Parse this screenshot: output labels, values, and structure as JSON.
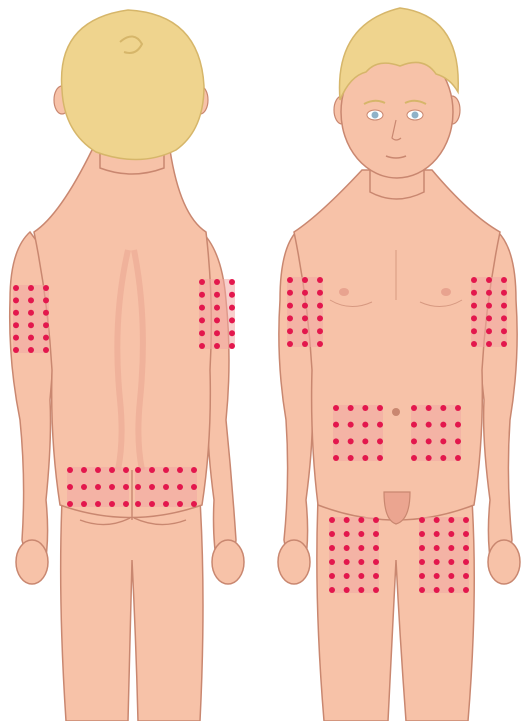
{
  "illustration": {
    "views": [
      "back",
      "front"
    ],
    "subject": "child figure",
    "colors": {
      "skin": "#f7c2a8",
      "skin_shade": "#eba590",
      "outline": "#c98770",
      "hair": "#efd48e",
      "hair_shade": "#d6b66a",
      "site_halo": "#f2a7a3",
      "site_dot": "#e3174d",
      "eye": "#8fb2c9"
    },
    "site_grids": [
      {
        "view": "back",
        "region": "left-upper-arm",
        "rows": 6,
        "cols": 3
      },
      {
        "view": "back",
        "region": "right-upper-arm",
        "rows": 6,
        "cols": 3
      },
      {
        "view": "back",
        "region": "left-buttock",
        "rows": 3,
        "cols": 5
      },
      {
        "view": "back",
        "region": "right-buttock",
        "rows": 3,
        "cols": 5
      },
      {
        "view": "front",
        "region": "right-upper-arm",
        "rows": 6,
        "cols": 3
      },
      {
        "view": "front",
        "region": "left-upper-arm",
        "rows": 6,
        "cols": 3
      },
      {
        "view": "front",
        "region": "abdomen-left",
        "rows": 4,
        "cols": 4
      },
      {
        "view": "front",
        "region": "abdomen-right",
        "rows": 4,
        "cols": 4
      },
      {
        "view": "front",
        "region": "right-thigh",
        "rows": 6,
        "cols": 4
      },
      {
        "view": "front",
        "region": "left-thigh",
        "rows": 6,
        "cols": 4
      }
    ]
  }
}
